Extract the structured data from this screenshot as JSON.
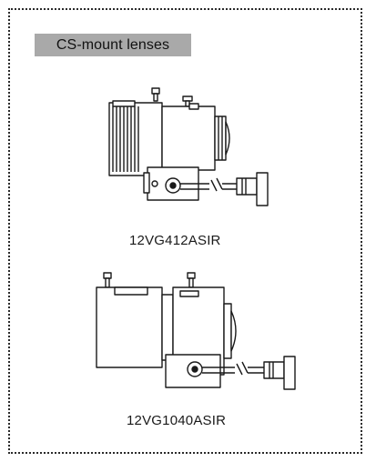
{
  "header": {
    "section_label": "CS-mount lenses"
  },
  "lenses": [
    {
      "model": "12VG412ASIR",
      "icon": "cs-mount-lens-illustration"
    },
    {
      "model": "12VG1040ASIR",
      "icon": "cs-mount-lens-illustration"
    }
  ],
  "colors": {
    "label_background": "#a9a9a9",
    "line": "#1a1a1a",
    "frame": "#2b2b2b"
  }
}
